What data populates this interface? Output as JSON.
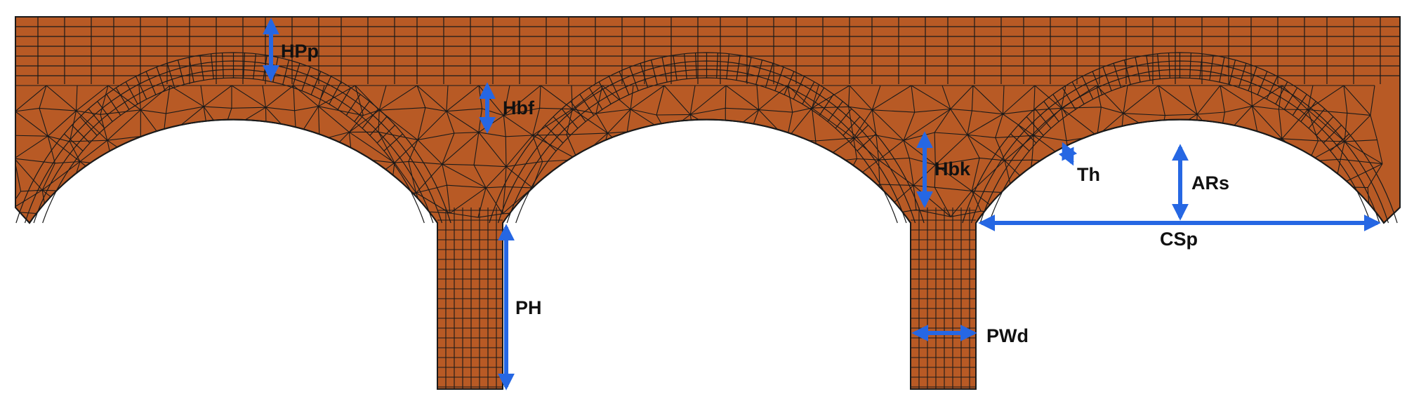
{
  "diagram": {
    "colors": {
      "masonry": "#b85a25",
      "mesh": "#1a1a1a",
      "dimension": "#2667e3"
    },
    "labels": {
      "HPp": "HPp",
      "Hbf": "Hbf",
      "Hbk": "Hbk",
      "Th": "Th",
      "ARs": "ARs",
      "CSp": "CSp",
      "PH": "PH",
      "PWd": "PWd"
    }
  }
}
